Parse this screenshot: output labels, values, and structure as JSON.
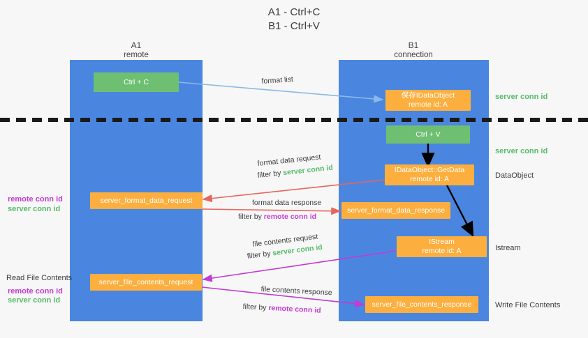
{
  "title": {
    "line1": "A1 - Ctrl+C",
    "line2": "B1 - Ctrl+V"
  },
  "columns": [
    {
      "name": "A1",
      "sub": "remote"
    },
    {
      "name": "B1",
      "sub": "connection"
    }
  ],
  "nodes": {
    "ctrl_c": "Ctrl + C",
    "save_idataobject_l1": "保存IDataObject",
    "save_idataobject_l2": "remote id: A",
    "ctrl_v": "Ctrl + V",
    "getdata_l1": "IDataObject::GetData",
    "getdata_l2": "remote id: A",
    "server_format_data_request": "server_format_data_request",
    "server_format_data_response": "server_format_data_response",
    "istream_l1": "IStream",
    "istream_l2": "remote id: A",
    "server_file_contents_request": "server_file_contents_request",
    "server_file_contents_response": "server_file_contents_response"
  },
  "right_labels": {
    "server_conn_id_top": "server conn id",
    "server_conn_id_mid": "server conn id",
    "dataobject": "DataObject",
    "istream": "Istream",
    "write_file_contents": "Write File Contents"
  },
  "left_labels": {
    "remote_conn_id_1": "remote conn id",
    "server_conn_id_1": "server conn id",
    "read_file_contents": "Read File Contents",
    "remote_conn_id_2": "remote conn id",
    "server_conn_id_2": "server conn id"
  },
  "edges": {
    "format_list": "format list",
    "format_data_request": "format data request",
    "format_data_request_filter_prefix": "filter by ",
    "format_data_request_filter_value": "server conn id",
    "format_data_response": "format data response",
    "format_data_response_filter_prefix": "filter by ",
    "format_data_response_filter_value": "remote conn id",
    "file_contents_request": "file contents request",
    "file_contents_request_filter_prefix": "filter by ",
    "file_contents_request_filter_value": "server conn id",
    "file_contents_response": "file contents response",
    "file_contents_response_filter_prefix": "filter by ",
    "file_contents_response_filter_value": "remote conn id"
  },
  "colors": {
    "lane": "#4a86e0",
    "green_node": "#6fbf73",
    "orange_node": "#fcaf3e",
    "green_text": "#57bb6a",
    "magenta_text": "#c23bd3",
    "light_blue_arrow": "#8ab9e8",
    "red_arrow": "#e8655a",
    "magenta_arrow": "#c23bd3",
    "black_arrow": "#000000",
    "background": "#f7f7f7"
  }
}
